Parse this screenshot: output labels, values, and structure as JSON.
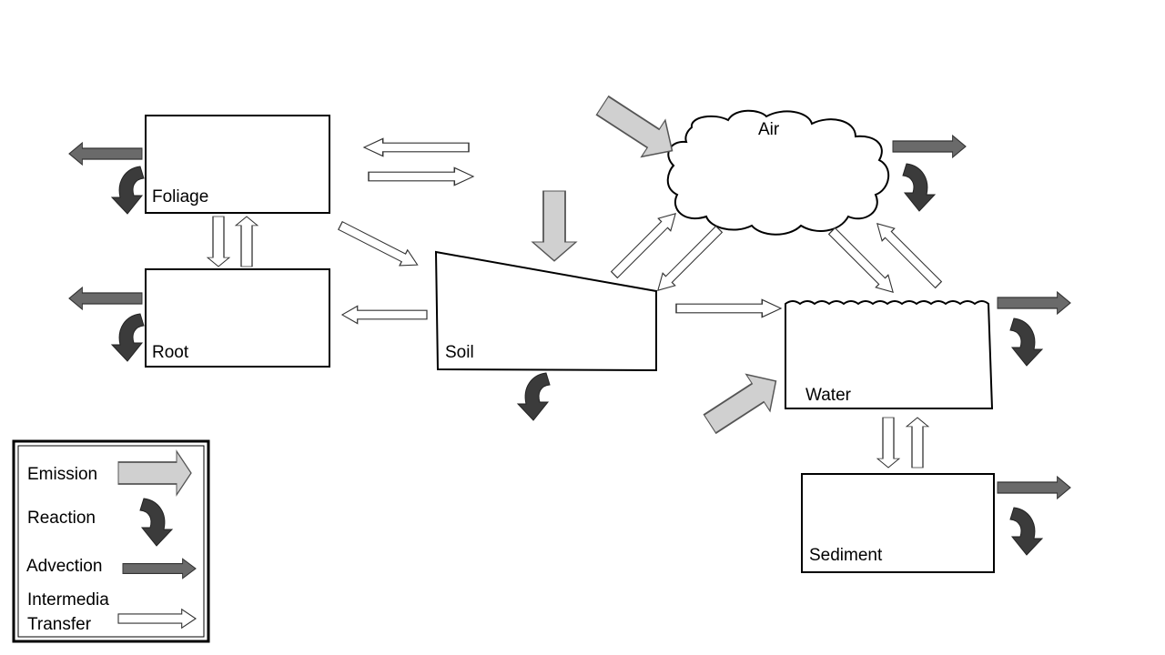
{
  "compartments": {
    "foliage": "Foliage",
    "root": "Root",
    "soil": "Soil",
    "air": "Air",
    "water": "Water",
    "sediment": "Sediment"
  },
  "legend": {
    "emission": "Emission",
    "reaction": "Reaction",
    "advection": "Advection",
    "intermedia_line1": "Intermedia",
    "intermedia_line2": "Transfer"
  },
  "colors": {
    "emission": "#d0d0d0",
    "advection": "#6a6a6a",
    "reaction": "#3b3b3b",
    "transfer": "#ffffff"
  }
}
